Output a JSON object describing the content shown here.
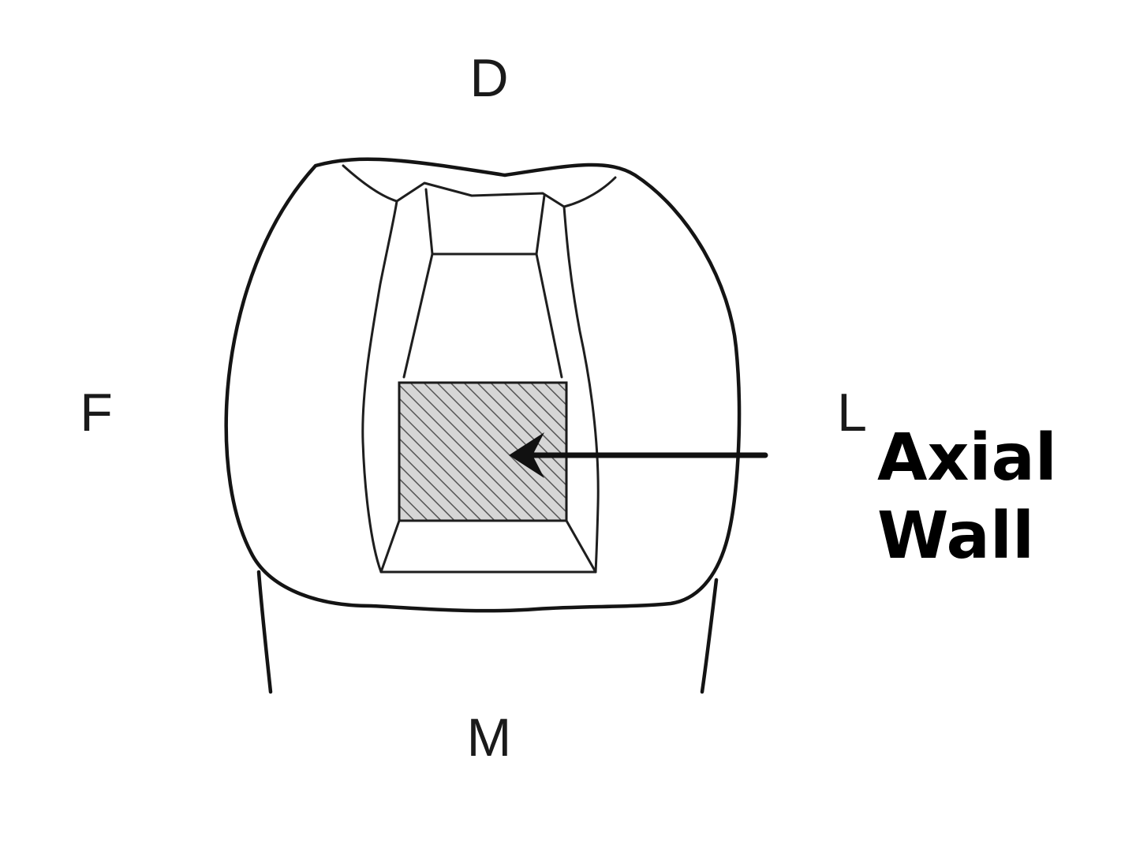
{
  "orientation_labels": {
    "top": "D",
    "bottom": "M",
    "left": "F",
    "right": "L"
  },
  "callout": {
    "line1": "Axial",
    "line2": "Wall"
  },
  "colors": {
    "outline": "#141414",
    "hatch_fill": "#d6d6d6",
    "hatch_lines": "#555555",
    "text": "#000000"
  }
}
